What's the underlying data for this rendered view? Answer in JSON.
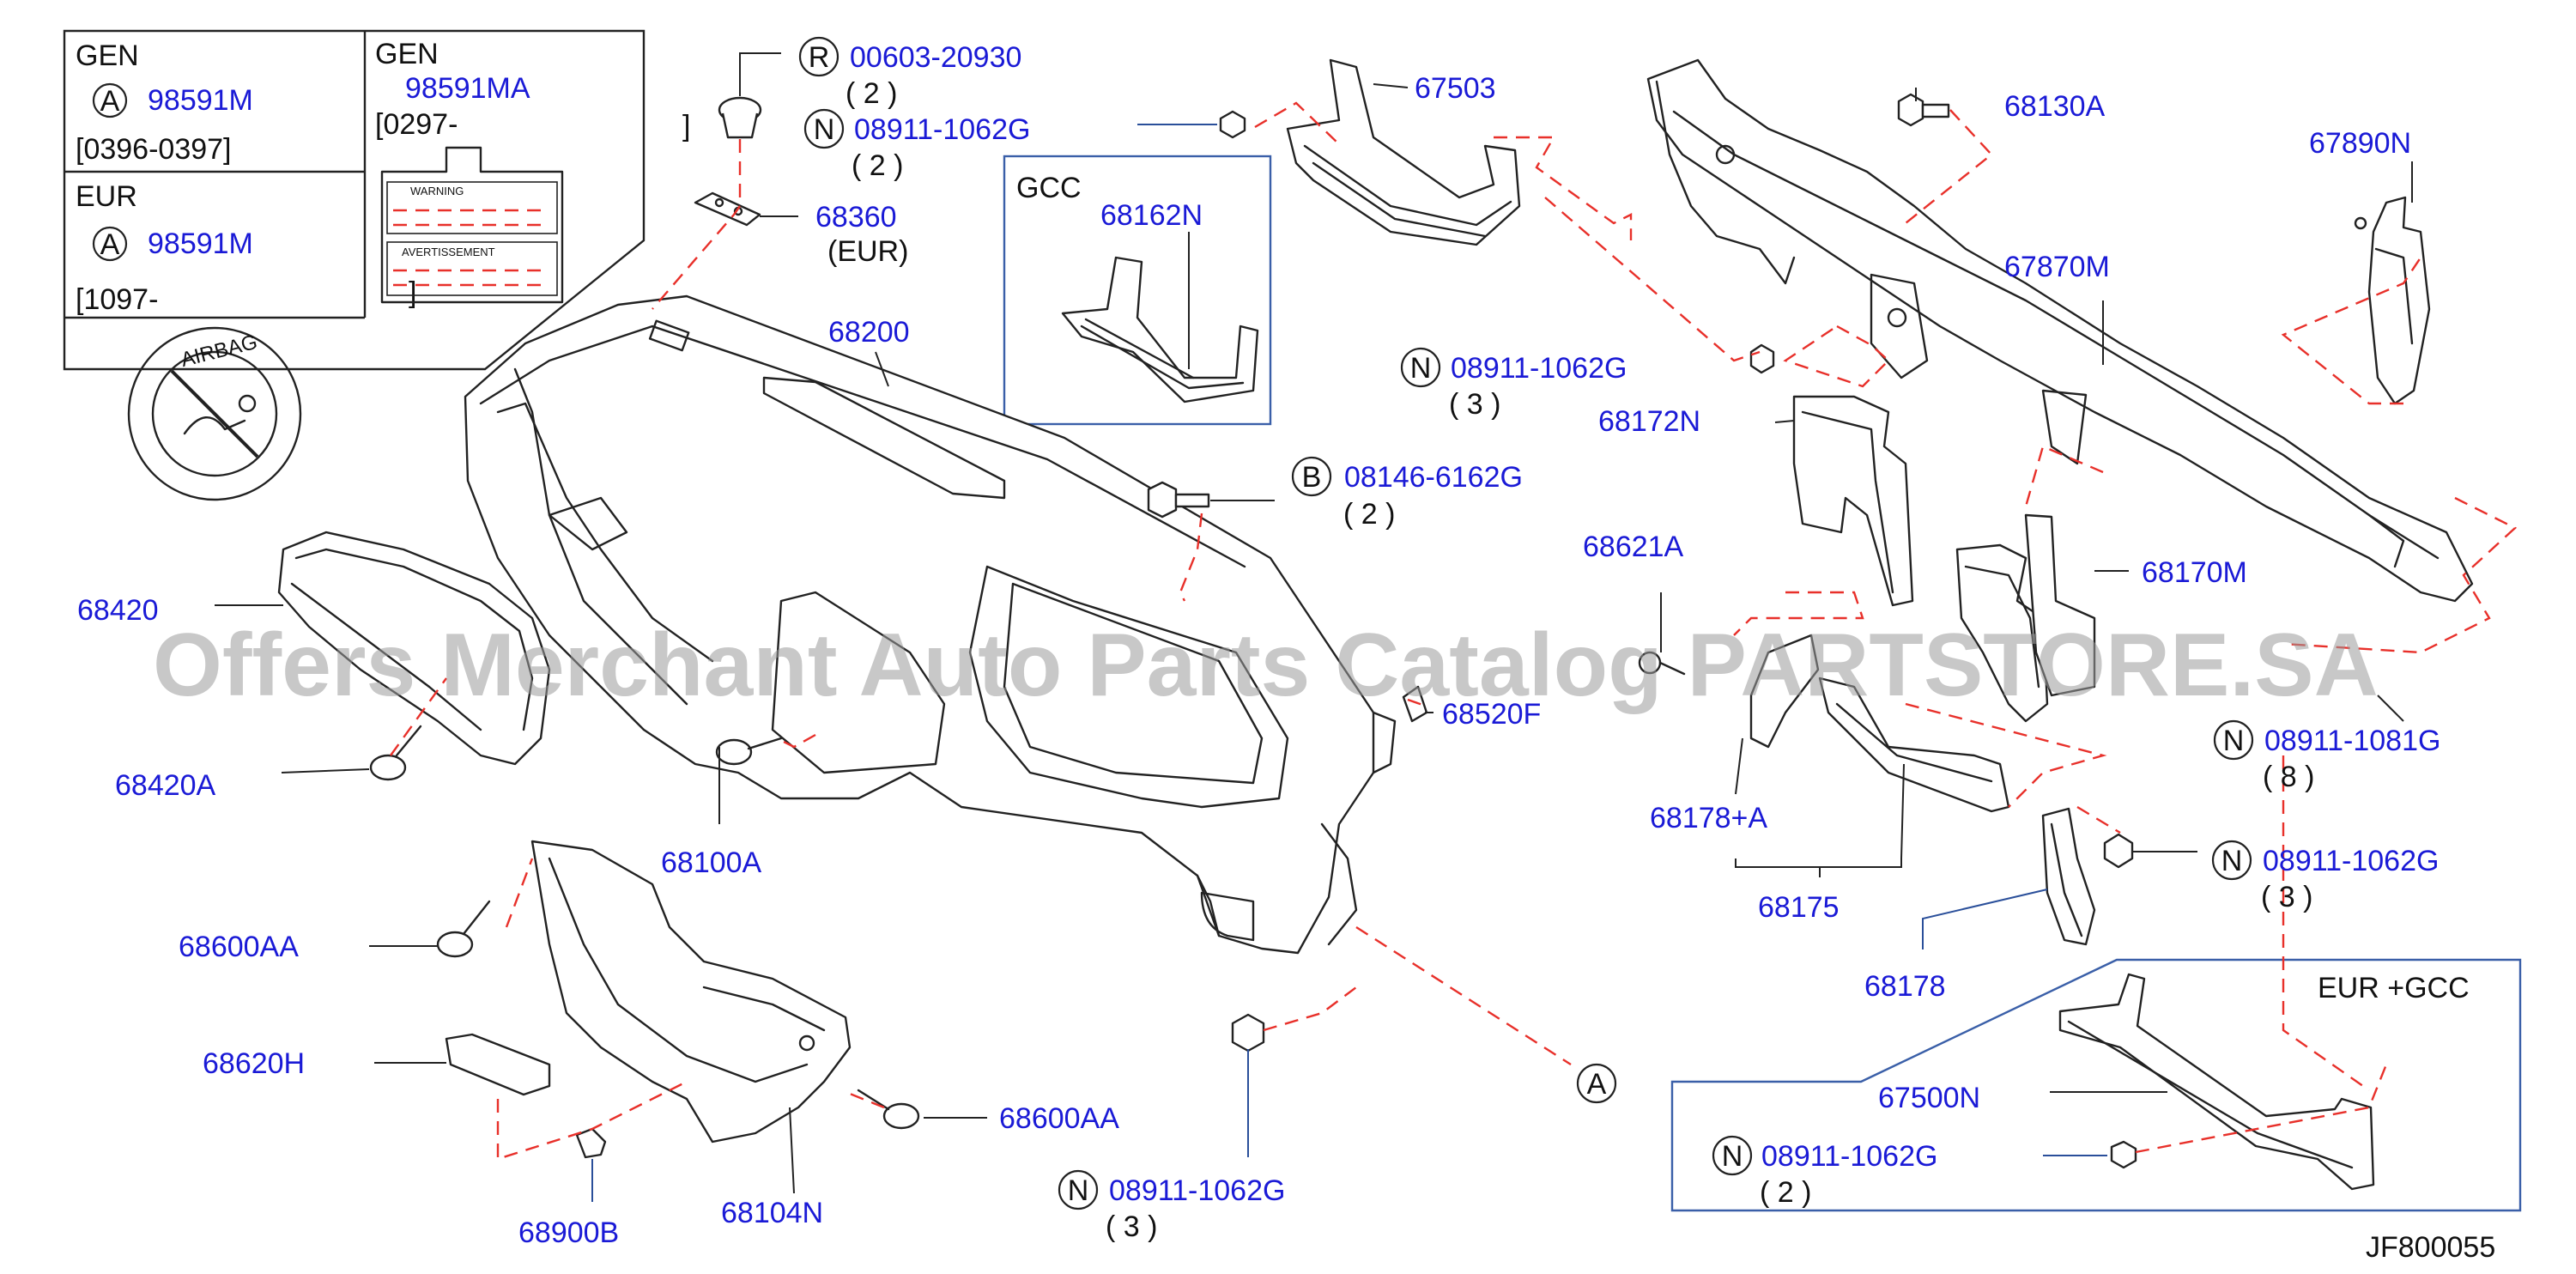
{
  "inset": {
    "gen_a_title": "GEN",
    "gen_a_symbol": "A",
    "gen_a_part": "98591M",
    "gen_a_dates": "[0396-0397]",
    "gen_b_title": "GEN",
    "gen_b_part": "98591MA",
    "gen_b_dates": "[0297-",
    "gen_b_close": "]",
    "eur_title": "EUR",
    "eur_symbol": "A",
    "eur_part": "98591M",
    "eur_dates": "[1097-",
    "label_warning": "WARNING",
    "label_avertissement": "AVERTISSEMENT",
    "airbag_text": "AIRBAG"
  },
  "gcc_box": {
    "title": "GCC",
    "part": "68162N"
  },
  "eur_gcc_box": {
    "title": "EUR  +GCC",
    "part": "67500N",
    "symbol": "N",
    "fastener": "08911-1062G",
    "qty": "( 2 )"
  },
  "parts": {
    "p00603": {
      "symbol": "R",
      "number": "00603-20930",
      "qty": "( 2 )"
    },
    "p08911_top": {
      "symbol": "N",
      "number": "08911-1062G",
      "qty": "( 2 )"
    },
    "p68360": {
      "number": "68360",
      "note": "(EUR)"
    },
    "bracket_close": "]",
    "p67503": "67503",
    "p68130A": "68130A",
    "p67890N": "67890N",
    "p67870M": "67870M",
    "p08911_mid": {
      "symbol": "N",
      "number": "08911-1062G",
      "qty": "( 3 )"
    },
    "p68172N": "68172N",
    "p68200": "68200",
    "p08146": {
      "symbol": "B",
      "number": "08146-6162G",
      "qty": "( 2 )"
    },
    "p68621A": "68621A",
    "p68170M": "68170M",
    "p68420": "68420",
    "p68420A": "68420A",
    "p68520F": "68520F",
    "p08911_1081": {
      "symbol": "N",
      "number": "08911-1081G",
      "qty": "( 8 )"
    },
    "p68100A": "68100A",
    "p68178A": "68178+A",
    "p08911_right": {
      "symbol": "N",
      "number": "08911-1062G",
      "qty": "( 3 )"
    },
    "p68175": "68175",
    "p68600AA_left": "68600AA",
    "p68178": "68178",
    "p68620H": "68620H",
    "symbol_a": "A",
    "p68600AA_right": "68600AA",
    "p68900B": "68900B",
    "p68104N": "68104N",
    "p08911_bottom": {
      "symbol": "N",
      "number": "08911-1062G",
      "qty": "( 3 )"
    }
  },
  "watermark": "Offers Merchant Auto Parts Catalog PARTSTORE.SA",
  "diagram_code": "JF800055",
  "colors": {
    "part_number": "#1a1ad6",
    "dash_line": "#e8302a",
    "box_border": "#3a5fa8"
  }
}
